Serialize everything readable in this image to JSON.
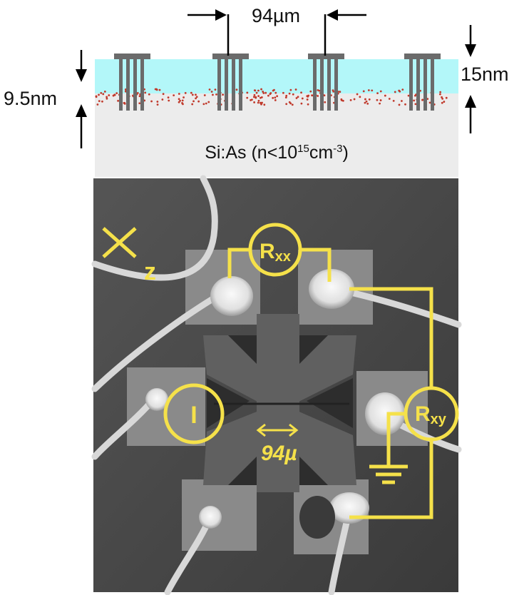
{
  "schematic": {
    "spacing_label": "94µm",
    "layer_thickness_label": "15nm",
    "delta_depth_label": "9.5nm",
    "substrate_label_main": "Si:As (n<10",
    "substrate_label_exp1": "15",
    "substrate_label_mid": "cm",
    "substrate_label_exp2": "-3",
    "substrate_label_end": ")",
    "colors": {
      "cap_layer": "#b3f7f9",
      "substrate": "#ececec",
      "contacts": "#6b6b6b",
      "dopants": "#c0392b"
    }
  },
  "photo": {
    "axis_label": "z",
    "rxx_label": "R",
    "rxx_sub": "xx",
    "rxy_label": "R",
    "rxy_sub": "xy",
    "current_label": "I",
    "channel_width_label": "94µ",
    "colors": {
      "annotation": "#f5e14a"
    }
  }
}
